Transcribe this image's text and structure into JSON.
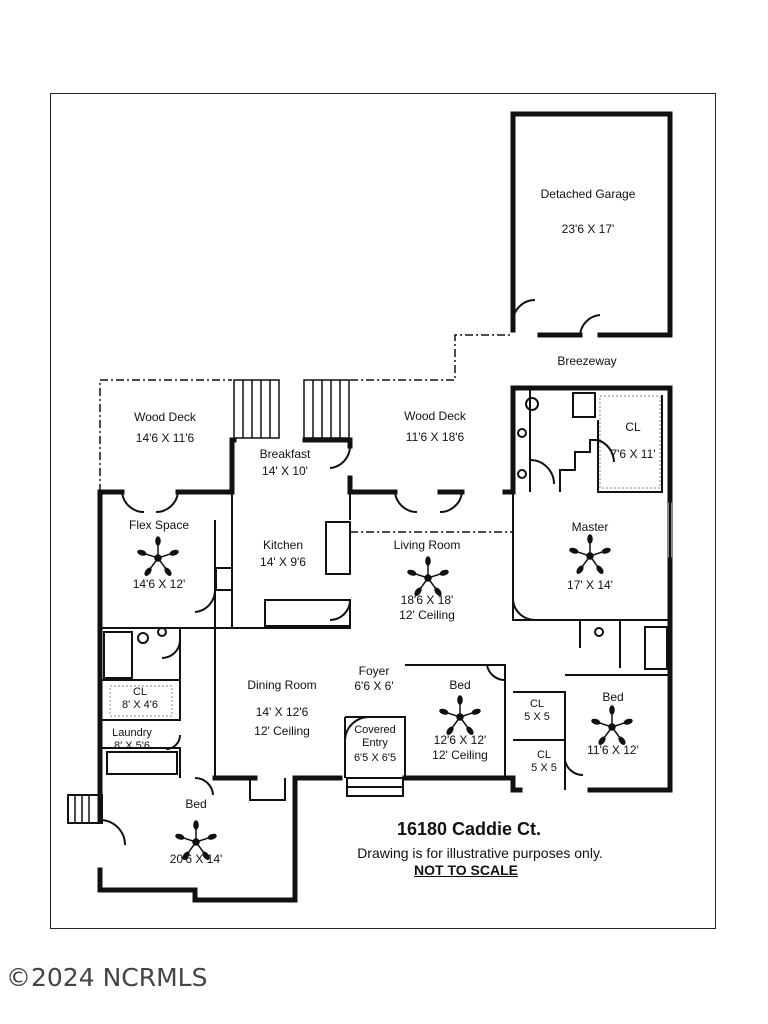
{
  "rooms": {
    "garage": {
      "name": "Detached Garage",
      "size": "23'6 X 17'"
    },
    "breezeway": {
      "name": "Breezeway"
    },
    "deck_left": {
      "name": "Wood Deck",
      "size": "14'6 X 11'6"
    },
    "deck_right": {
      "name": "Wood Deck",
      "size": "11'6 X 18'6"
    },
    "breakfast": {
      "name": "Breakfast",
      "size": "14' X 10'"
    },
    "closet_master": {
      "name": "CL",
      "size": "7'6 X 11'"
    },
    "flex": {
      "name": "Flex Space",
      "size": "14'6 X 12'"
    },
    "kitchen": {
      "name": "Kitchen",
      "size": "14' X 9'6"
    },
    "living": {
      "name": "Living Room",
      "size": "18'6 X 18'",
      "ceiling": "12' Ceiling"
    },
    "master": {
      "name": "Master",
      "size": "17' X 14'"
    },
    "closet_left": {
      "name": "CL",
      "size": "8' X 4'6"
    },
    "laundry": {
      "name": "Laundry",
      "size": "8' X 5'6"
    },
    "dining": {
      "name": "Dining Room",
      "size": "14' X 12'6",
      "ceiling": "12' Ceiling"
    },
    "foyer": {
      "name": "Foyer",
      "size": "6'6 X 6'"
    },
    "covered_entry": {
      "name": "Covered\nEntry",
      "size": "6'5 X 6'5"
    },
    "bed_center": {
      "name": "Bed",
      "size": "12'6 X 12'",
      "ceiling": "12' Ceiling"
    },
    "closet_a": {
      "name": "CL",
      "size": "5 X 5"
    },
    "closet_b": {
      "name": "CL",
      "size": "5 X 5"
    },
    "bed_right": {
      "name": "Bed",
      "size": "11'6 X 12'"
    },
    "bed_bottom": {
      "name": "Bed",
      "size": "20'6 X 14'"
    }
  },
  "address": "16180 Caddie Ct.",
  "disclaimer": "Drawing is for illustrative purposes only.",
  "scale_note": "NOT TO SCALE",
  "watermark": "©2024 NCRMLS"
}
